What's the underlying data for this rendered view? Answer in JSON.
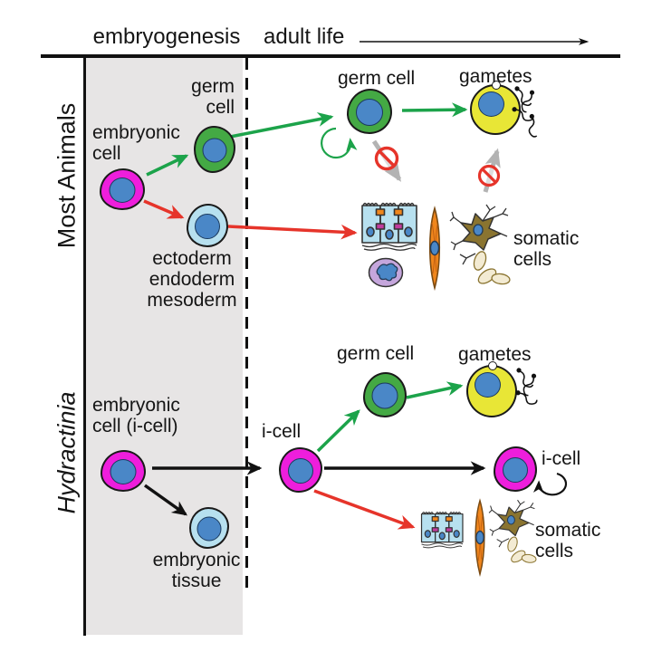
{
  "header": {
    "embryo_phase": "embryogenesis",
    "adult_phase": "adult life"
  },
  "rows": [
    {
      "label": "Most Animals",
      "embryo": {
        "embryonic_cell": "embryonic\ncell",
        "germ_cell": "germ\ncell",
        "fates": "ectoderm\nendoderm\nmesoderm"
      },
      "adult": {
        "germ_cell": "germ cell",
        "gametes": "gametes",
        "somatic": "somatic\ncells"
      }
    },
    {
      "label": "Hydractinia",
      "embryo": {
        "embryonic_cell": "embryonic\ncell (i-cell)",
        "tissue": "embryonic\ntissue"
      },
      "adult": {
        "i_cell": "i-cell",
        "germ_cell": "germ cell",
        "gametes": "gametes",
        "i_cell_right": "i-cell",
        "somatic": "somatic\ncells"
      }
    }
  ],
  "icons": {
    "prohibition": "no-entry-icon",
    "self_renewal_loop": "circular-arrow-icon",
    "sperm": "sperm-icon",
    "egg": "egg-cell-icon",
    "epithelium": "epithelial-tissue-icon",
    "muscle": "muscle-cell-icon",
    "neuron": "neuron-icon",
    "immune_cell": "leukocyte-icon"
  },
  "colors": {
    "stem_cell_magenta": "#ee1edc",
    "germ_cell_green": "#44a944",
    "somatic_blue": "#b7e0ef",
    "gamete_yellow": "#e8e636",
    "nucleus_blue": "#4a87c7",
    "arrow_green": "#1ca34a",
    "arrow_red": "#e6342a",
    "arrow_gray": "#b3b3b3",
    "column_gray": "#e7e5e5"
  }
}
